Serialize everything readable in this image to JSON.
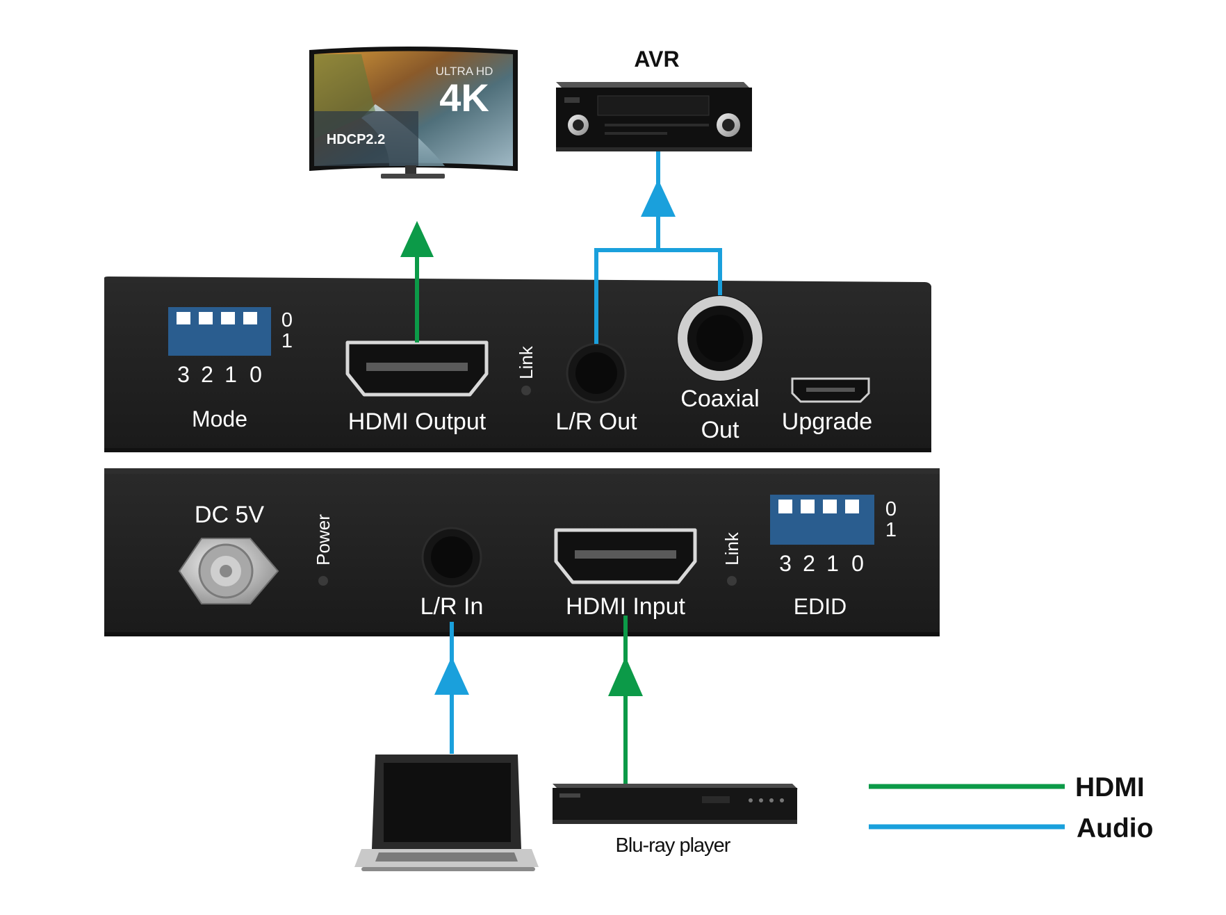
{
  "colors": {
    "hdmi": "#0c9a48",
    "audio": "#1aa0dc",
    "device": "#1e1e1e",
    "dip_blue": "#2a5d8f"
  },
  "tv": {
    "badge_top": "ULTRA HD",
    "badge_main": "4K",
    "badge_hdcp": "HDCP2.2",
    "icon": "television-icon"
  },
  "avr": {
    "label": "AVR",
    "icon": "av-receiver-icon"
  },
  "receiver_panel": {
    "mode": {
      "positions": [
        "3",
        "2",
        "1",
        "0"
      ],
      "state_top": "0",
      "state_bottom": "1",
      "label": "Mode"
    },
    "hdmi_output": "HDMI Output",
    "link": "Link",
    "lr_out": "L/R Out",
    "coaxial_line1": "Coaxial",
    "coaxial_line2": "Out",
    "upgrade": "Upgrade"
  },
  "transmitter_panel": {
    "dc": "DC 5V",
    "power": "Power",
    "lr_in": "L/R In",
    "hdmi_input": "HDMI Input",
    "link": "Link",
    "edid": {
      "positions": [
        "3",
        "2",
        "1",
        "0"
      ],
      "state_top": "0",
      "state_bottom": "1",
      "label": "EDID"
    }
  },
  "laptop": {
    "icon": "laptop-icon"
  },
  "bluray": {
    "label": "Blu-ray player",
    "icon": "bluray-player-icon"
  },
  "legend": {
    "hdmi": "HDMI",
    "audio": "Audio"
  }
}
